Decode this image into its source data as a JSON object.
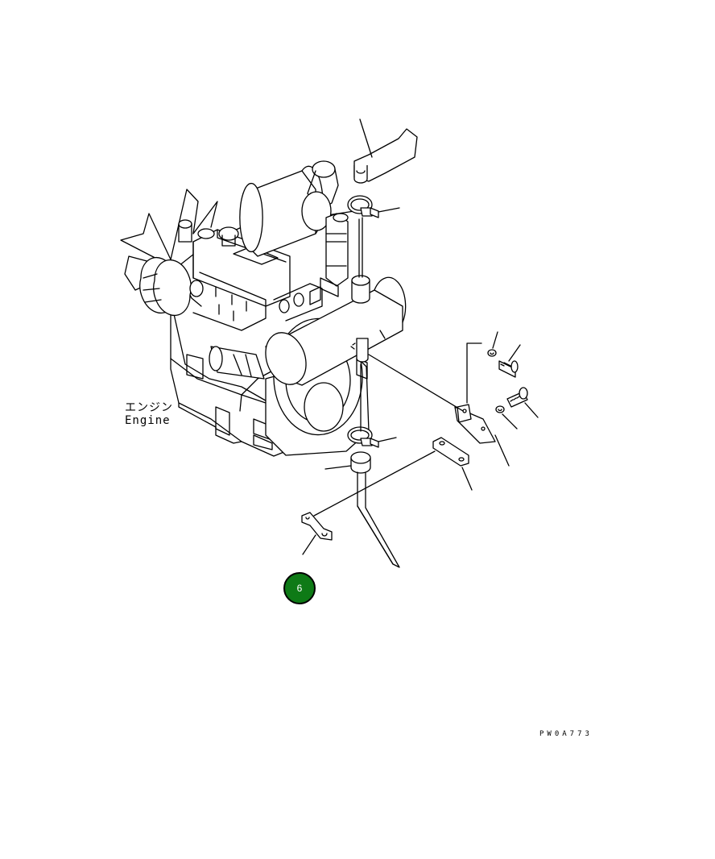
{
  "engine_label": {
    "jp": "エンジン",
    "en": "Engine"
  },
  "callout": {
    "number": "6",
    "color": "#0e7a16"
  },
  "drawing_code": "PW0A773"
}
